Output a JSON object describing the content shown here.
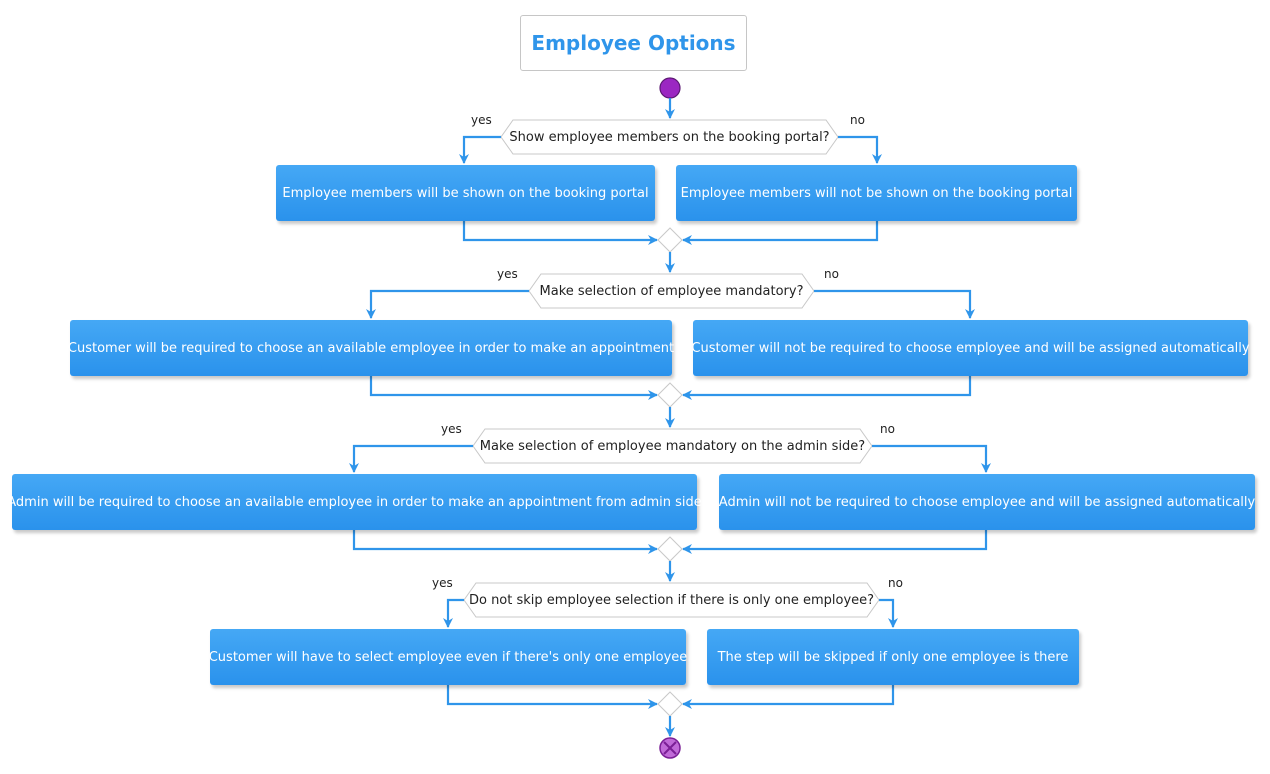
{
  "title": "Employee Options",
  "colors": {
    "title_text": "#2f95ea",
    "action_fill": "#3b9ff2",
    "arrow": "#2f95ea",
    "start_node": "#9b27c2",
    "end_node": "#9b27c2"
  },
  "branch_labels": {
    "yes": "yes",
    "no": "no"
  },
  "decisions": [
    {
      "question": "Show employee members on the booking portal?",
      "yes_action": "Employee members will be shown on the booking portal",
      "no_action": "Employee members will not be shown on the booking portal"
    },
    {
      "question": "Make selection of employee mandatory?",
      "yes_action": "Customer will be required to choose an available employee in order to make an appointment",
      "no_action": "Customer will not be required to choose employee and will be assigned automatically"
    },
    {
      "question": "Make selection of employee mandatory on the admin side?",
      "yes_action": "Admin will be required to choose an available employee in order to make an appointment from admin side",
      "no_action": "Admin will not be required to choose employee and will be assigned automatically"
    },
    {
      "question": "Do not skip employee selection if there is only one employee?",
      "yes_action": "Customer will have to select employee even if there's only one employee",
      "no_action": "The step will be skipped if only one employee is there"
    }
  ]
}
